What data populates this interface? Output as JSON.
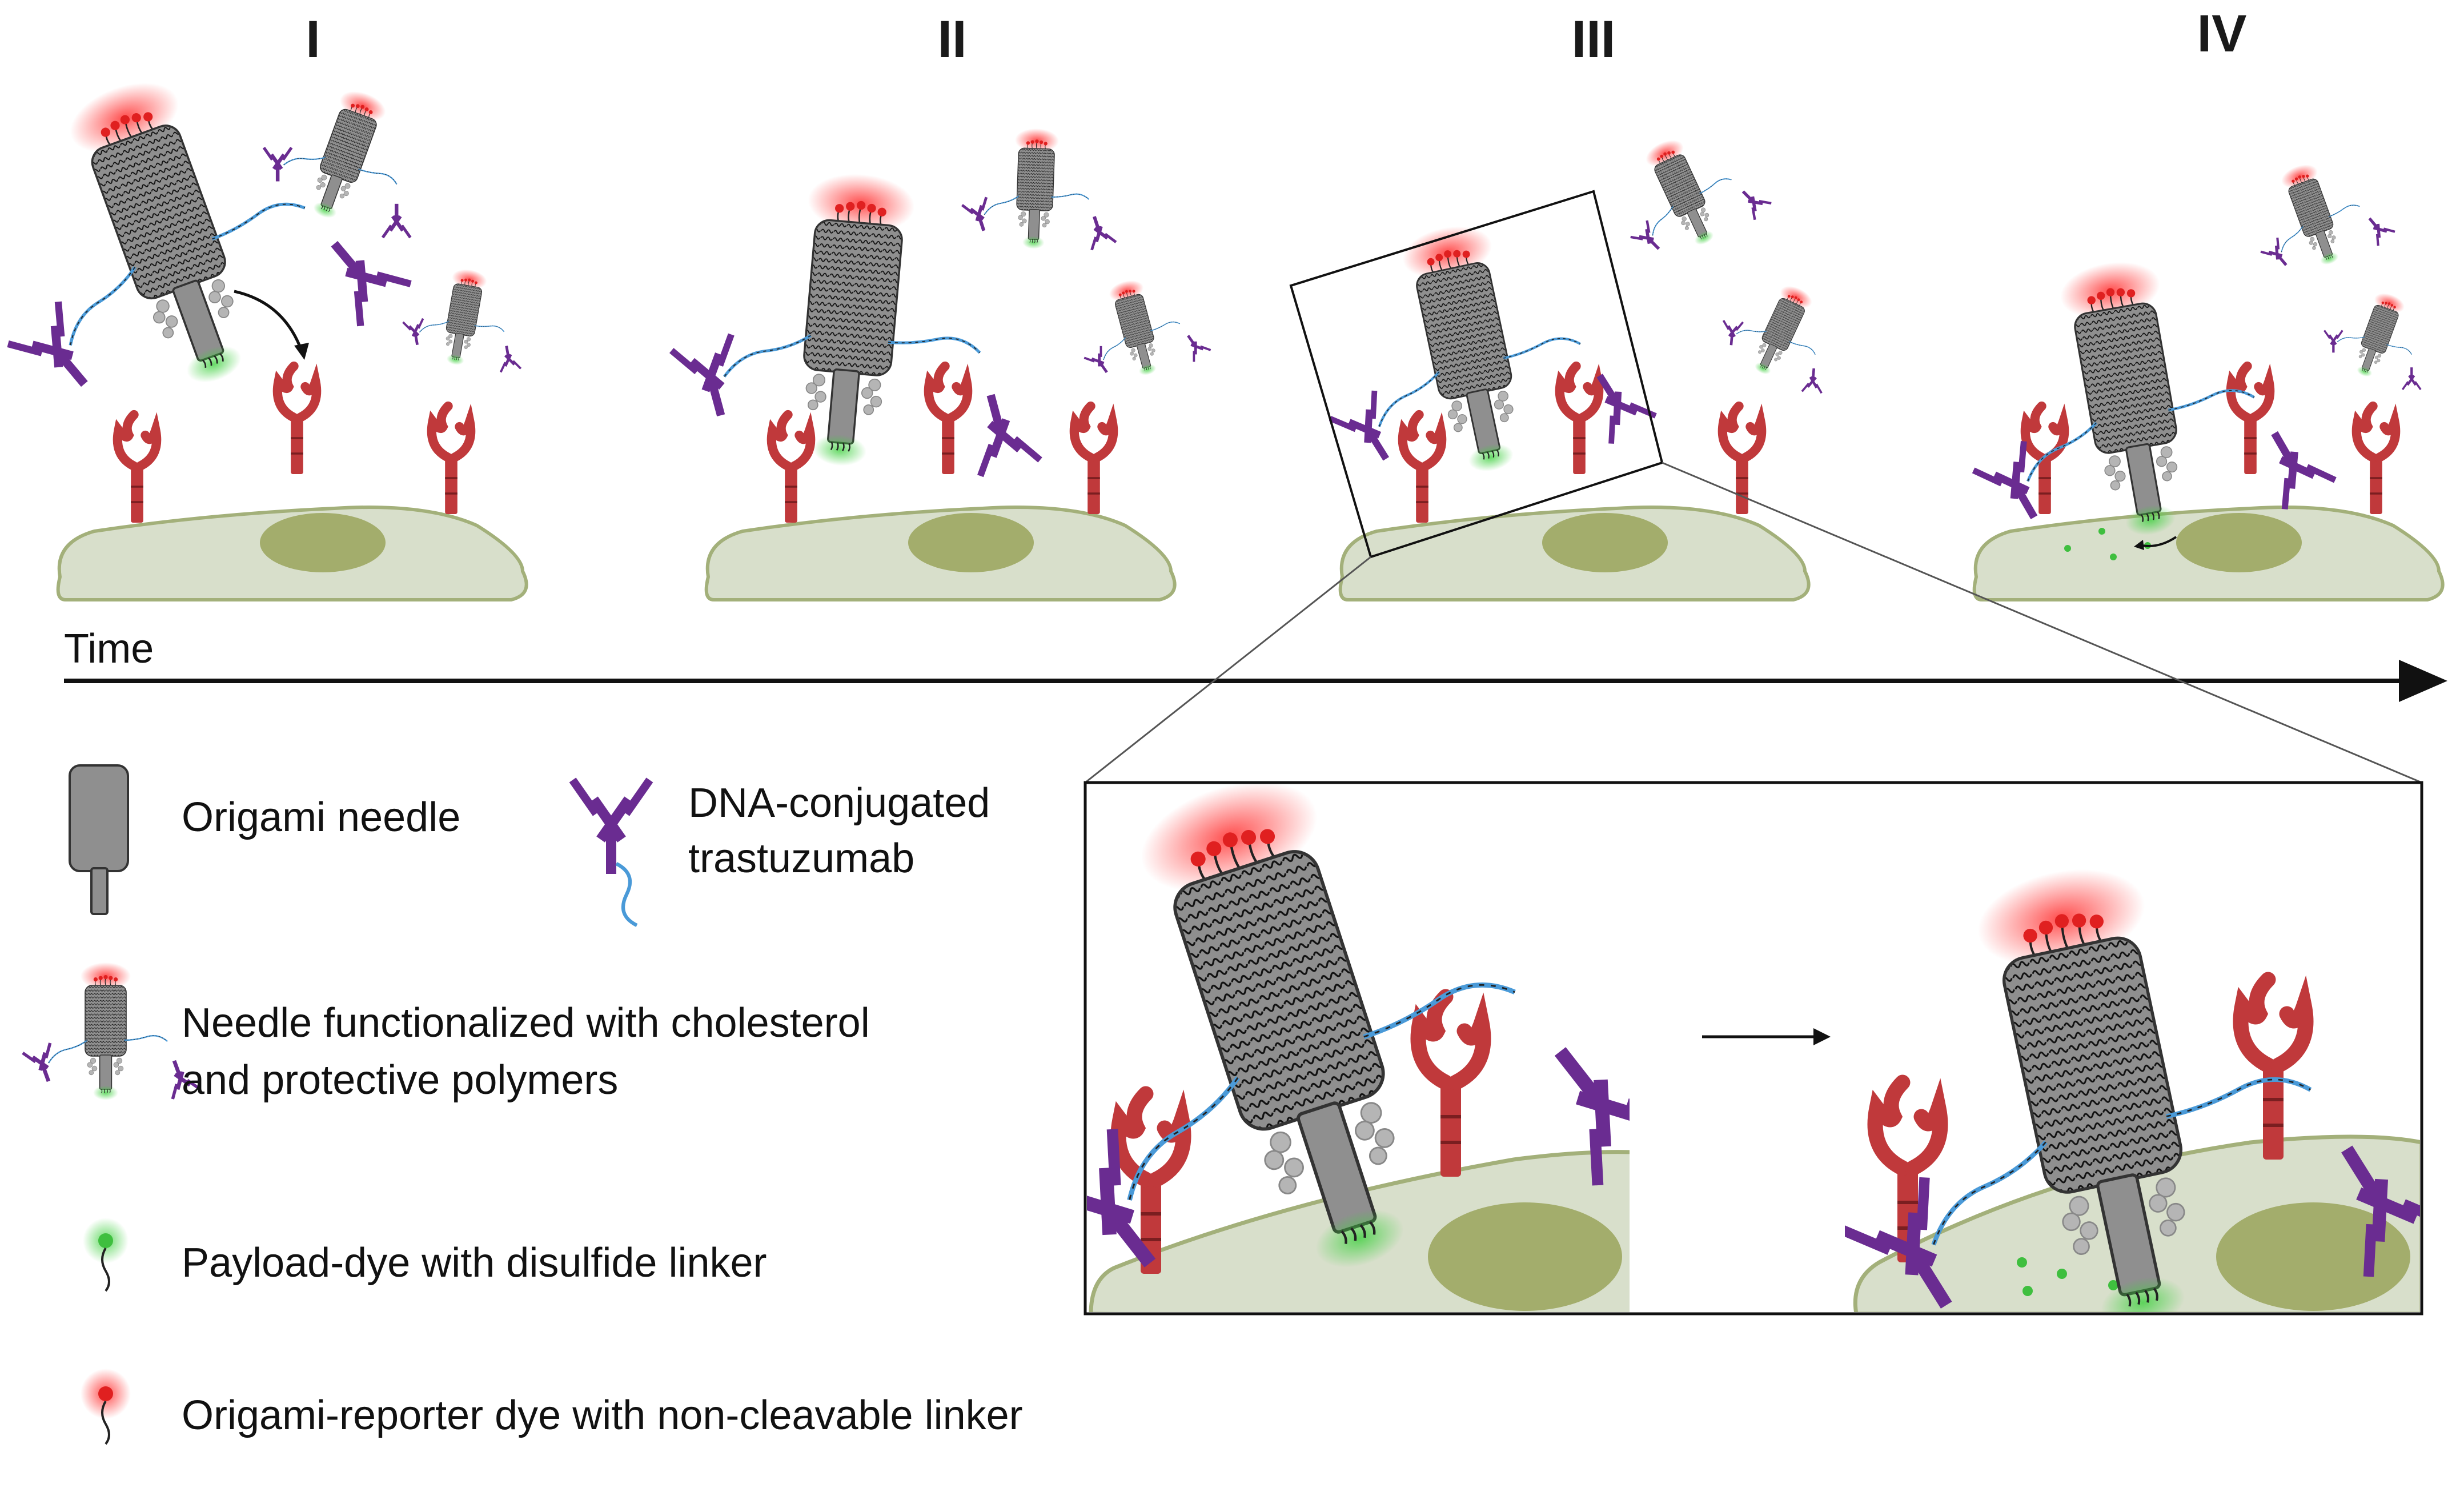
{
  "stages": [
    "I",
    "II",
    "III",
    "IV"
  ],
  "time_label": "Time",
  "legend": {
    "needle": "Origami needle",
    "antibody": [
      "DNA-conjugated",
      "trastuzumab"
    ],
    "functionalized": [
      "Needle functionalized with cholesterol",
      "and protective polymers"
    ],
    "payload": "Payload-dye with disulfide linker",
    "reporter": "Origami-reporter dye with non-cleavable linker"
  },
  "colors": {
    "cell_fill": "#d8dfcb",
    "cell_stroke": "#a3b07a",
    "nucleus": "#a3ad6c",
    "origami": "#8f8f8f",
    "antibody": "#6a2c91",
    "receptor": "#c0393b",
    "dna": "#4a9ad8",
    "payload": "#3fbf3f",
    "reporter": "#e02020"
  }
}
